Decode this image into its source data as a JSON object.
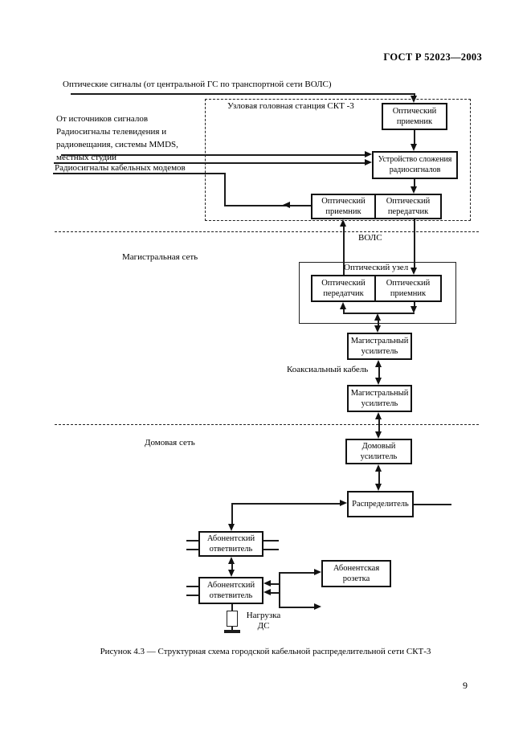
{
  "page": {
    "header": "ГОСТ Р 52023—2003",
    "number": "9",
    "caption": "Рисунок 4.3 — Структурная схема городской кабельной распределительной сети СКТ-3"
  },
  "top": {
    "optical_signals_label": "Оптические сигналы  (от центральной ГС по транспортной сети ВОЛС)",
    "sources": [
      "От источников сигналов",
      "Радиосигналы телевидения и",
      "радиовещания, системы MMDS,",
      "местных студий"
    ],
    "cable_modems_label": "Радиосигналы кабельных модемов"
  },
  "head_station": {
    "title": "Узловая головная станция СКТ -3",
    "optical_receiver_top": "Оптический приемник",
    "combiner": "Устройство сложения радиосигналов",
    "optical_receiver": "Оптический приемник",
    "optical_transmitter": "Оптический передатчик"
  },
  "trunk": {
    "vols_label": "ВОЛС",
    "section_label": "Магистральная сеть",
    "optical_node_title": "Оптический узел",
    "optical_transmitter": "Оптический передатчик",
    "optical_receiver": "Оптический приемник",
    "amplifier1": "Магистральный усилитель",
    "amplifier2": "Магистральный усилитель",
    "coaxial_label": "Коаксиальный кабель"
  },
  "home": {
    "section_label": "Домовая  сеть",
    "amplifier": "Домовый усилитель",
    "distributor": "Распределитель",
    "tap1": "Абонентский ответвитель",
    "tap2": "Абонентский ответвитель",
    "outlet": "Абонентская розетка",
    "load_line1": "Нагрузка",
    "load_line2": "ДС"
  }
}
